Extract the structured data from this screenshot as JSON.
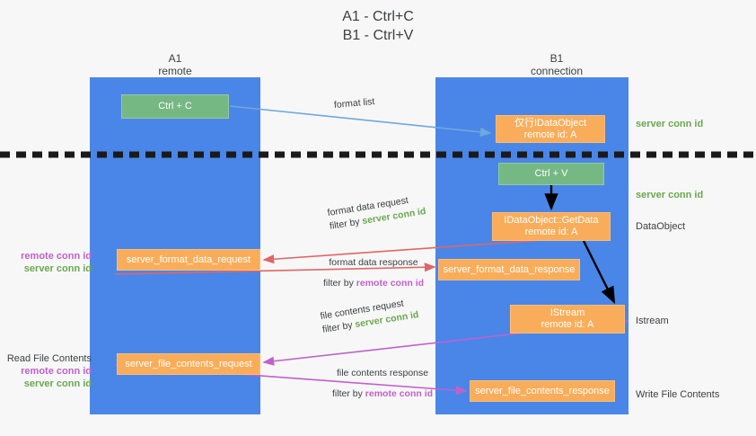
{
  "title": "A1 - Ctrl+C\nB1 - Ctrl+V",
  "columns": {
    "left": "A1\nremote",
    "right": "B1\nconnection"
  },
  "boxes": {
    "ctrl_c": "Ctrl + C",
    "idataobject": "仅行IDataObject\nremote id: A",
    "ctrl_v": "Ctrl + V",
    "getdata": "IDataObject::GetData\nremote id: A",
    "server_format_data_request": "server_format_data_request",
    "server_format_data_response": "server_format_data_response",
    "istream": "IStream\nremote id: A",
    "server_file_contents_request": "server_file_contents_request",
    "server_file_contents_response": "server_file_contents_response"
  },
  "right_labels": {
    "server_conn_id_top": "server conn id",
    "server_conn_id_mid": "server conn id",
    "dataobject": "DataObject",
    "istream": "Istream",
    "write_file_contents": "Write File Contents"
  },
  "left_labels": {
    "remote_conn_id_1": "remote conn id",
    "server_conn_id_1": "server conn id",
    "read_file_contents": "Read File Contents",
    "remote_conn_id_2": "remote conn id",
    "server_conn_id_2": "server conn id"
  },
  "arrow_labels": {
    "format_list": "format list",
    "format_data_request": "format data request",
    "format_data_request_filter_prefix": "filter by ",
    "format_data_request_filter_value": "server conn id",
    "format_data_response": "format data response",
    "format_data_response_filter_prefix": "filter by ",
    "format_data_response_filter_value": "remote conn id",
    "file_contents_request": "file contents request",
    "file_contents_request_filter_prefix": "filter by ",
    "file_contents_request_filter_value": "server conn id",
    "file_contents_response": "file contents response",
    "file_contents_response_filter_prefix": "filter by ",
    "file_contents_response_filter_value": "remote conn id"
  },
  "colors": {
    "lane": "#4a86e8",
    "green_box": "#76b884",
    "orange_box": "#f9ad5a",
    "server_conn_id": "#6aa84f",
    "remote_conn_id": "#c061cb",
    "arrow_blue": "#6fa8dc",
    "arrow_red": "#e06666",
    "arrow_magenta": "#c061cb",
    "arrow_black": "#000000",
    "background": "#f7f7f7",
    "text": "#3c4043"
  }
}
